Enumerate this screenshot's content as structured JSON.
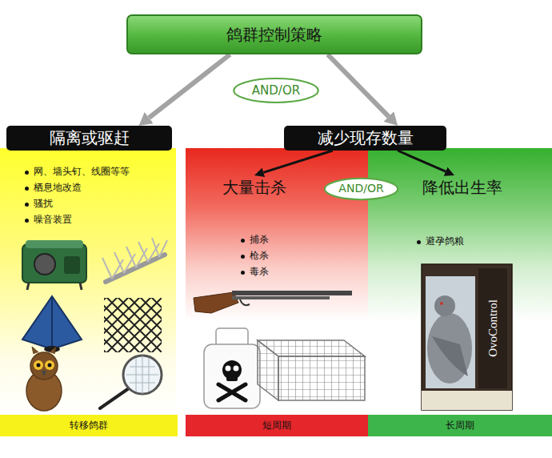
{
  "diagram": {
    "nodes": [
      {
        "text": [
          "鸽群控制策略"
        ]
      },
      {
        "text": [
          "AND/OR"
        ]
      },
      {
        "text": [
          "隔离或驱赶"
        ]
      },
      {
        "text": [
          "减少现存数量"
        ]
      },
      {
        "text": [
          "网、墙头钉、线圈等等",
          "栖息地改造",
          "骚扰",
          "噪音装置"
        ]
      },
      {
        "text": [
          "大量击杀",
          "捕杀",
          "枪杀",
          "毒杀"
        ]
      },
      {
        "text": [
          "AND/OR"
        ]
      },
      {
        "text": [
          "降低出生率",
          "避孕鸽粮"
        ]
      },
      {
        "text": [
          "转移鸽群"
        ]
      },
      {
        "text": [
          "短周期"
        ]
      },
      {
        "text": [
          "长周期"
        ]
      }
    ],
    "edges": [
      {
        "from": 0,
        "to": 2,
        "arrow": "to"
      },
      {
        "from": 0,
        "to": 3,
        "arrow": "to"
      },
      {
        "from": 3,
        "to": 5,
        "arrow": "to"
      },
      {
        "from": 3,
        "to": 7,
        "arrow": "to"
      }
    ],
    "labels": [
      "OvoControl"
    ]
  }
}
